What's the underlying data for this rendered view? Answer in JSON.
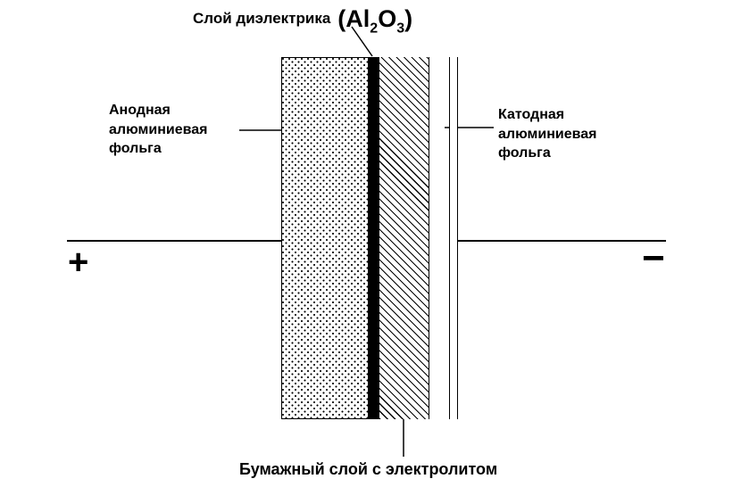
{
  "title": {
    "label": "Слой диэлектрика",
    "formula": {
      "open": "(",
      "element1": "Al",
      "sub1": "2",
      "element2": "O",
      "sub2": "3",
      "close": ")"
    }
  },
  "labels": {
    "anode": "Анодная\nалюминиевая\nфольга",
    "cathode": "Катодная\nалюминиевая\nфольга",
    "paper": "Бумажный слой с электролитом"
  },
  "terminals": {
    "plus": "+",
    "minus": "−"
  },
  "layers": [
    {
      "name": "anode-foil",
      "pattern": "dots"
    },
    {
      "name": "dielectric",
      "pattern": "solid-black"
    },
    {
      "name": "paper-electrolyte",
      "pattern": "diagonal-hatch"
    },
    {
      "name": "cathode-foil",
      "pattern": "outline"
    }
  ],
  "colors": {
    "ink": "#000000",
    "background": "#ffffff"
  }
}
